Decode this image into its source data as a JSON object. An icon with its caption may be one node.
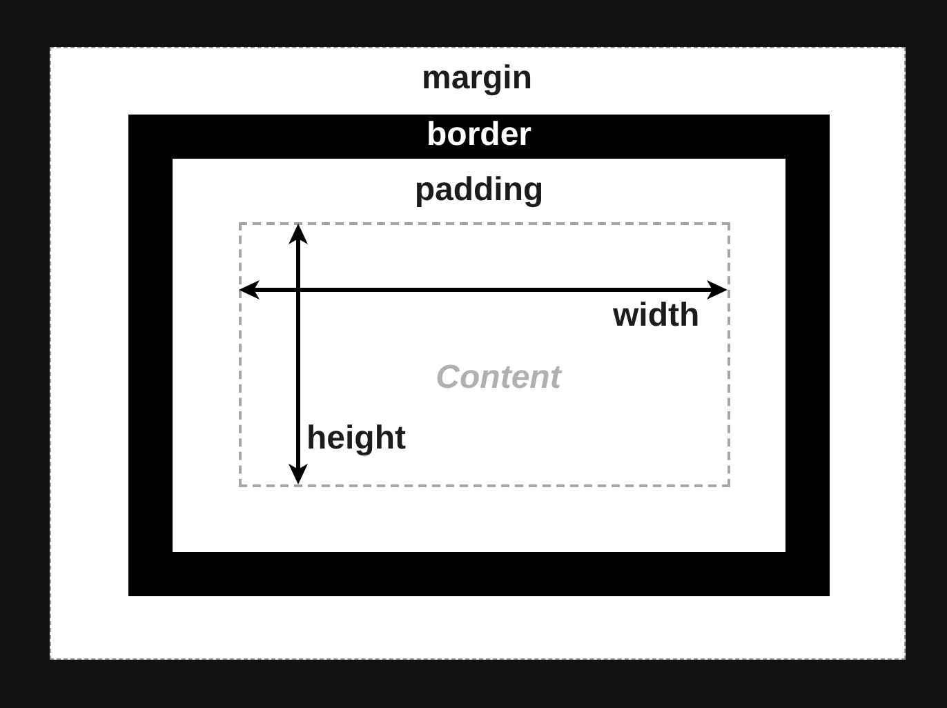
{
  "diagram": {
    "nodes": [
      {
        "text": [
          "margin"
        ]
      },
      {
        "text": [
          "border"
        ],
        "in": 0
      },
      {
        "text": [
          "padding"
        ],
        "in": 1
      },
      {
        "text": [
          "Content"
        ],
        "in": 2
      }
    ],
    "labels": [
      "width",
      "height"
    ]
  }
}
